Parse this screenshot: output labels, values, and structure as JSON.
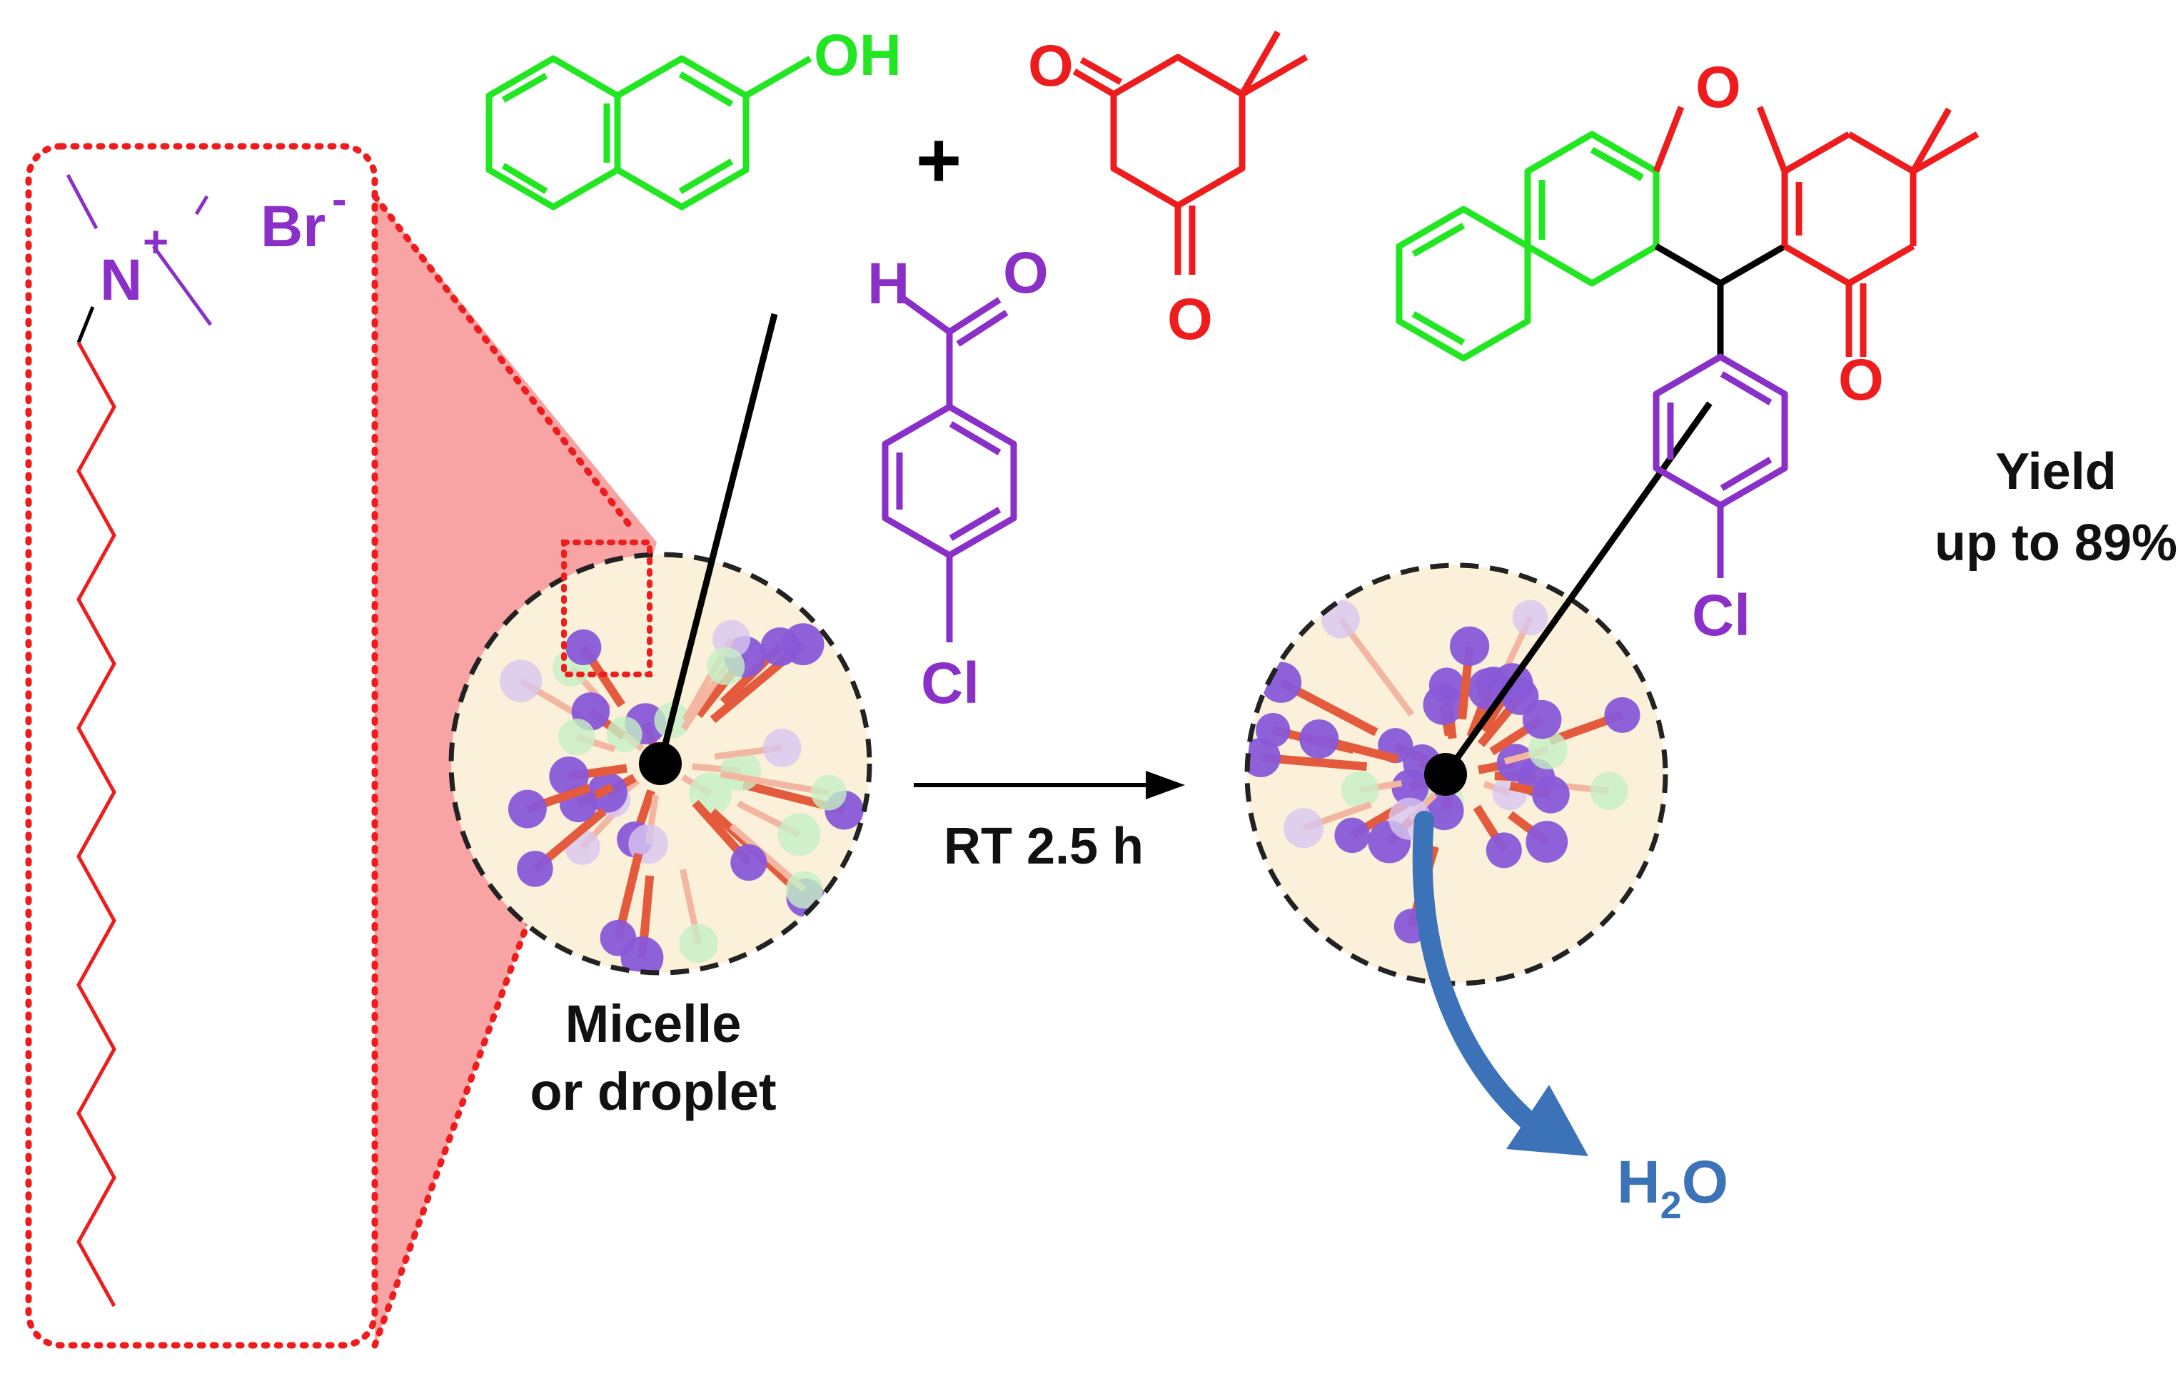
{
  "colors": {
    "naphthol": "#22e622",
    "dione": "#ee1c1c",
    "aldehyde": "#8a2fc8",
    "surfactant_head": "#8a2fc8",
    "surfactant_chain": "#ee1c1c",
    "water": "#3c72b8",
    "micelle_fill": "#fbf0d9",
    "bead": "#8858d8",
    "zoom_fill": "#f79a9a"
  },
  "surfactant": {
    "head_atom": "N",
    "head_charge": "+",
    "counterion": "Br",
    "counterion_charge": "-"
  },
  "reactants": {
    "naphthol_group": "OH",
    "plus": "+",
    "aldehyde_h": "H",
    "aldehyde_o": "O",
    "aldehyde_cl": "Cl",
    "dione_o_top": "O",
    "dione_o_bottom": "O"
  },
  "product": {
    "ring_o": "O",
    "carbonyl_o": "O",
    "cl": "Cl"
  },
  "labels": {
    "micelle_line1": "Micelle",
    "micelle_line2": "or droplet",
    "condition": "RT 2.5 h",
    "yield_line1": "Yield",
    "yield_line2": "up to 89%",
    "water_h": "H",
    "water_sub": "2",
    "water_o": "O"
  }
}
